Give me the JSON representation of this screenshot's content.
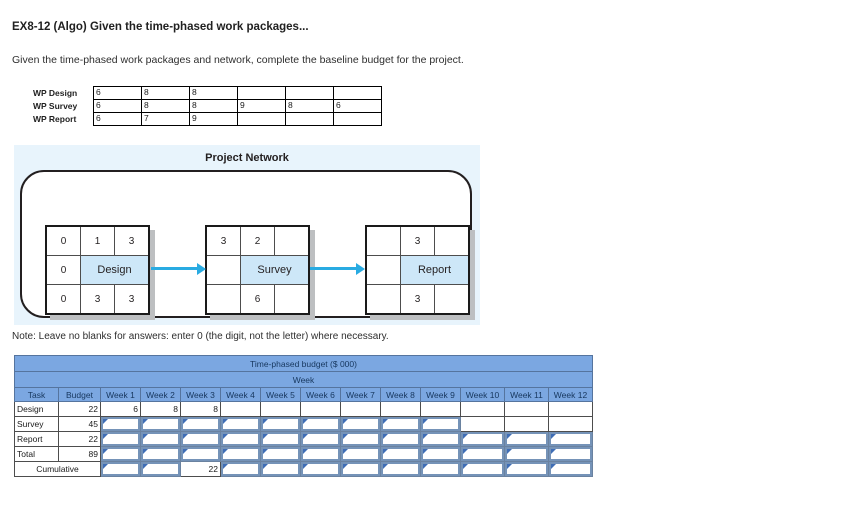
{
  "header": {
    "title": "EX8-12 (Algo) Given the time-phased work packages...",
    "instruction": "Given the time-phased work packages and network, complete the baseline budget for the project."
  },
  "wp_table": {
    "rows": [
      {
        "label": "WP Design",
        "values": [
          "6",
          "8",
          "8",
          "",
          "",
          ""
        ]
      },
      {
        "label": "WP Survey",
        "values": [
          "6",
          "8",
          "8",
          "9",
          "8",
          "6"
        ]
      },
      {
        "label": "WP Report",
        "values": [
          "6",
          "7",
          "9",
          "",
          "",
          ""
        ]
      }
    ]
  },
  "network": {
    "title": "Project Network",
    "nodes": [
      {
        "name": "Design",
        "grid": [
          [
            "0",
            "1",
            "3"
          ],
          [
            "0",
            "Design"
          ],
          [
            "0",
            "3",
            "3"
          ]
        ]
      },
      {
        "name": "Survey",
        "grid": [
          [
            "3",
            "2",
            ""
          ],
          [
            "",
            "Survey"
          ],
          [
            "",
            "6",
            ""
          ]
        ]
      },
      {
        "name": "Report",
        "grid": [
          [
            "",
            "3",
            ""
          ],
          [
            "",
            "Report"
          ],
          [
            "",
            "3",
            ""
          ]
        ]
      }
    ]
  },
  "note": "Note: Leave no blanks for answers: enter 0 (the digit, not the letter) where necessary.",
  "budget_table": {
    "title": "Time-phased budget ($ 000)",
    "week_group_label": "Week",
    "columns": [
      "Task",
      "Budget",
      "Week 1",
      "Week 2",
      "Week 3",
      "Week 4",
      "Week 5",
      "Week 6",
      "Week 7",
      "Week 8",
      "Week 9",
      "Week 10",
      "Week 11",
      "Week 12"
    ],
    "rows": [
      {
        "task": "Design",
        "budget": "22",
        "week_cells": [
          {
            "type": "static",
            "value": "6"
          },
          {
            "type": "static",
            "value": "8"
          },
          {
            "type": "static",
            "value": "8"
          },
          {
            "type": "static",
            "value": ""
          },
          {
            "type": "static",
            "value": ""
          },
          {
            "type": "static",
            "value": ""
          },
          {
            "type": "static",
            "value": ""
          },
          {
            "type": "static",
            "value": ""
          },
          {
            "type": "static",
            "value": ""
          },
          {
            "type": "static",
            "value": ""
          },
          {
            "type": "static",
            "value": ""
          },
          {
            "type": "static",
            "value": ""
          }
        ]
      },
      {
        "task": "Survey",
        "budget": "45",
        "week_cells": [
          {
            "type": "input"
          },
          {
            "type": "input"
          },
          {
            "type": "input"
          },
          {
            "type": "input"
          },
          {
            "type": "input"
          },
          {
            "type": "input"
          },
          {
            "type": "input"
          },
          {
            "type": "input"
          },
          {
            "type": "input"
          },
          {
            "type": "static",
            "value": ""
          },
          {
            "type": "static",
            "value": ""
          },
          {
            "type": "static",
            "value": ""
          }
        ]
      },
      {
        "task": "Report",
        "budget": "22",
        "week_cells": [
          {
            "type": "input"
          },
          {
            "type": "input"
          },
          {
            "type": "input"
          },
          {
            "type": "input"
          },
          {
            "type": "input"
          },
          {
            "type": "input"
          },
          {
            "type": "input"
          },
          {
            "type": "input"
          },
          {
            "type": "input"
          },
          {
            "type": "input"
          },
          {
            "type": "input"
          },
          {
            "type": "input"
          }
        ]
      },
      {
        "task": "Total",
        "budget": "89",
        "week_cells": [
          {
            "type": "input"
          },
          {
            "type": "input"
          },
          {
            "type": "input"
          },
          {
            "type": "input"
          },
          {
            "type": "input"
          },
          {
            "type": "input"
          },
          {
            "type": "input"
          },
          {
            "type": "input"
          },
          {
            "type": "input"
          },
          {
            "type": "input"
          },
          {
            "type": "input"
          },
          {
            "type": "input"
          }
        ]
      },
      {
        "task": "Cumulative",
        "label_span": 2,
        "week_cells": [
          {
            "type": "input"
          },
          {
            "type": "input"
          },
          {
            "type": "static",
            "value": "22"
          },
          {
            "type": "input"
          },
          {
            "type": "input"
          },
          {
            "type": "input"
          },
          {
            "type": "input"
          },
          {
            "type": "input"
          },
          {
            "type": "input"
          },
          {
            "type": "input"
          },
          {
            "type": "input"
          },
          {
            "type": "input"
          }
        ]
      }
    ]
  },
  "colors": {
    "header_blue": "#7BA7E1",
    "header_text": "#17375E",
    "panel_blue": "#E8F4FC",
    "node_fill": "#CDE7F8",
    "arrow": "#29ABE2",
    "input_border": "#7593B8",
    "input_flag": "#3F6DB5"
  }
}
